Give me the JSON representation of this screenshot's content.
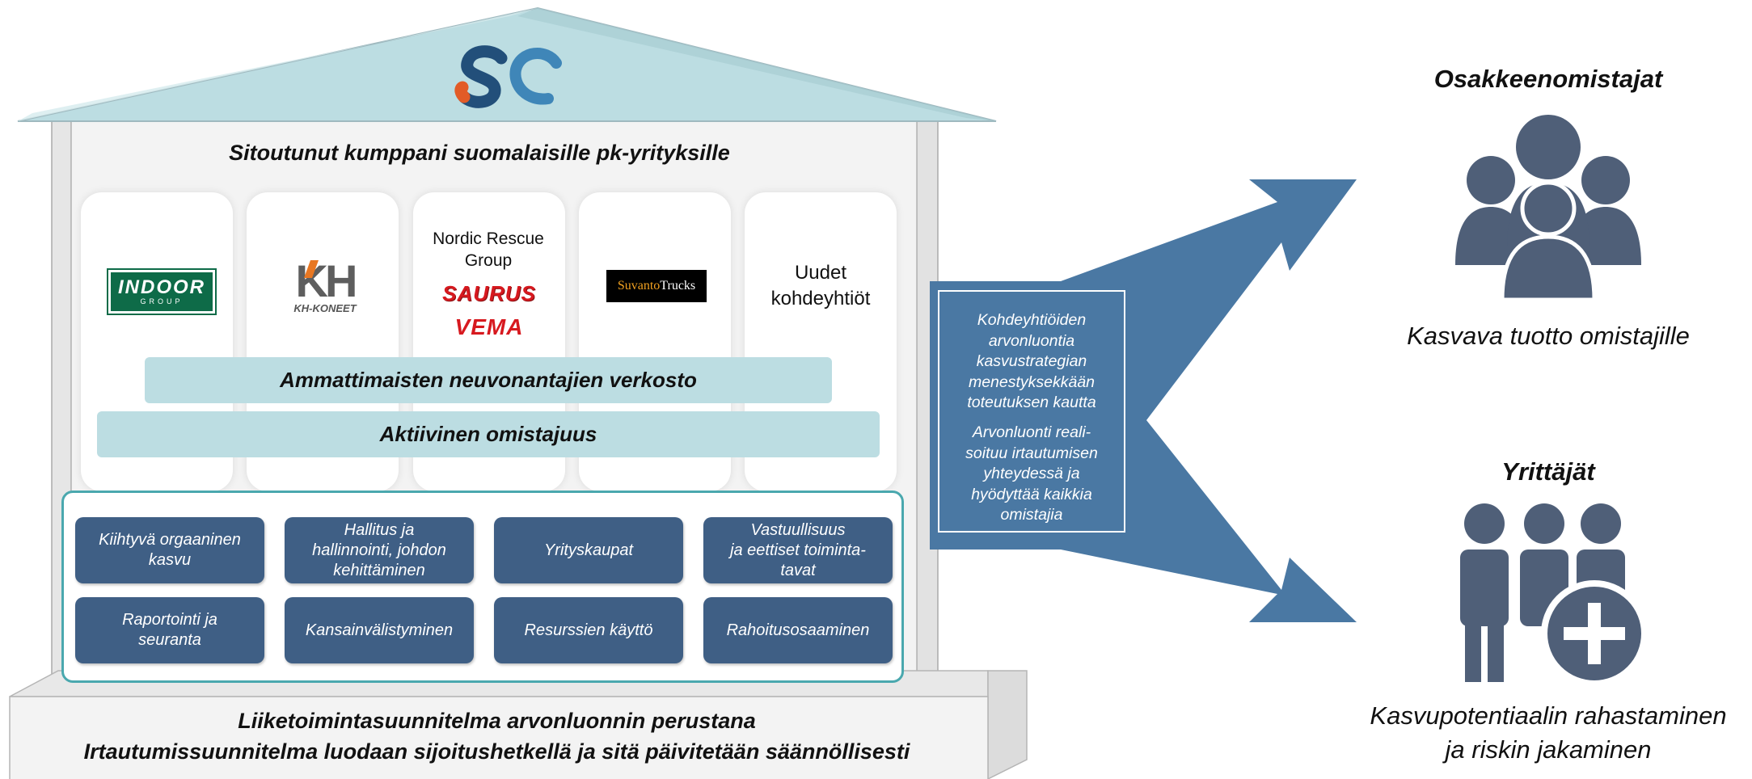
{
  "house": {
    "title": "Sitoutunut kumppani suomalaisille pk-yrityksille",
    "logo_text": "SC",
    "companies": [
      {
        "name": "INDOOR",
        "sub": "GROUP"
      },
      {
        "name": "KH",
        "sub": "KH-KONEET"
      },
      {
        "name": "Nordic Rescue Group",
        "brands": [
          "SAURUS",
          "VEMA"
        ]
      },
      {
        "name": "SuvantoTrucks",
        "part1": "Suvanto",
        "part2": "Trucks"
      },
      {
        "name": "Uudet kohdeyhtiöt"
      }
    ],
    "bar_network": "Ammattimaisten neuvonantajien verkosto",
    "bar_ownership": "Aktiivinen omistajuus",
    "capabilities": [
      "Kiihtyvä orgaaninen\nkasvu",
      "Hallitus ja\nhallinnointi, johdon\nkehittäminen",
      "Yrityskaupat",
      "Vastuullisuus\nja eettiset toiminta-\ntavat",
      "Raportointi ja\nseuranta",
      "Kansainvälistyminen",
      "Resurssien käyttö",
      "Rahoitusosaaminen"
    ],
    "foundation_line1": "Liiketoimintasuunnitelma arvonluonnin perustana",
    "foundation_line2": "Irtautumissuunnitelma luodaan sijoitushetkellä ja sitä päivitetään säännöllisesti"
  },
  "center": {
    "text1": "Kohdeyhtiöiden\narvonluontia\nkasvustrategian\nmenestyksekkään\ntoteutuksen kautta",
    "text2": "Arvonluonti reali-\nsoituu irtautumisen\nyhteydessä ja\nhyödyttää kaikkia\nomistajia"
  },
  "right": {
    "shareholders_title": "Osakkeenomistajat",
    "shareholders_text": "Kasvava tuotto omistajille",
    "entrepreneurs_title": "Yrittäjät",
    "entrepreneurs_text": "Kasvupotentiaalin rahastaminen\nja riskin jakaminen"
  },
  "colors": {
    "roof": "#bcdde2",
    "arrow": "#4a78a3",
    "capability_box": "#3f5f85",
    "people_icon": "#4f5f78",
    "frame_teal": "#4aa8ae"
  },
  "icons": [
    "shareholders-group-icon",
    "entrepreneurs-add-icon",
    "sc-logo-icon"
  ]
}
